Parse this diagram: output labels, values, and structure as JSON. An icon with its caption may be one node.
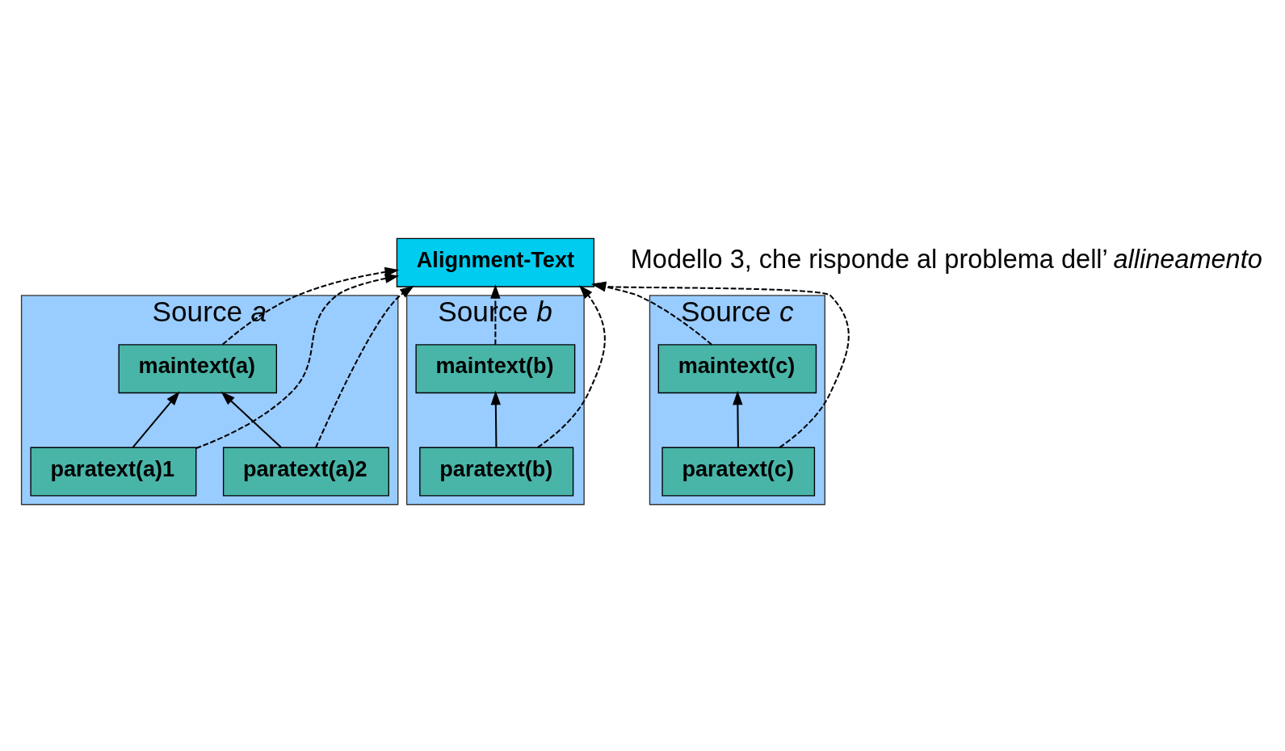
{
  "diagram": {
    "nodes": [
      {
        "text": [
          "Alignment-Text"
        ]
      },
      {
        "text": [
          "Source *a*"
        ]
      },
      {
        "text": [
          "maintext(a)"
        ],
        "in": 1
      },
      {
        "text": [
          "paratext(a)1"
        ],
        "in": 1
      },
      {
        "text": [
          "paratext(a)2"
        ],
        "in": 1
      },
      {
        "text": [
          "Source *b*"
        ]
      },
      {
        "text": [
          "maintext(b)"
        ],
        "in": 5
      },
      {
        "text": [
          "paratext(b)"
        ],
        "in": 5
      },
      {
        "text": [
          "Source *c*"
        ]
      },
      {
        "text": [
          "maintext(c)"
        ],
        "in": 8
      },
      {
        "text": [
          "paratext(c)"
        ],
        "in": 8
      }
    ],
    "edges": [
      {
        "from": 3,
        "to": 2,
        "arrow": "to"
      },
      {
        "from": 4,
        "to": 2,
        "arrow": "to"
      },
      {
        "from": 7,
        "to": 6,
        "arrow": "to"
      },
      {
        "from": 10,
        "to": 9,
        "arrow": "to"
      },
      {
        "from": 2,
        "to": 0,
        "arrow": "to",
        "style": "dashed"
      },
      {
        "from": 3,
        "to": 0,
        "arrow": "to",
        "style": "dashed"
      },
      {
        "from": 4,
        "to": 0,
        "arrow": "to",
        "style": "dashed"
      },
      {
        "from": 7,
        "to": 0,
        "arrow": "to",
        "style": "dashed"
      },
      {
        "from": 6,
        "to": 0,
        "arrow": "to",
        "style": "dashed"
      },
      {
        "from": 10,
        "to": 0,
        "arrow": "to",
        "style": "dashed"
      },
      {
        "from": 9,
        "to": 0,
        "arrow": "to",
        "style": "dashed"
      }
    ],
    "labels": [
      "Modello 3, che risponde al problema dell’*allineamento*"
    ]
  }
}
